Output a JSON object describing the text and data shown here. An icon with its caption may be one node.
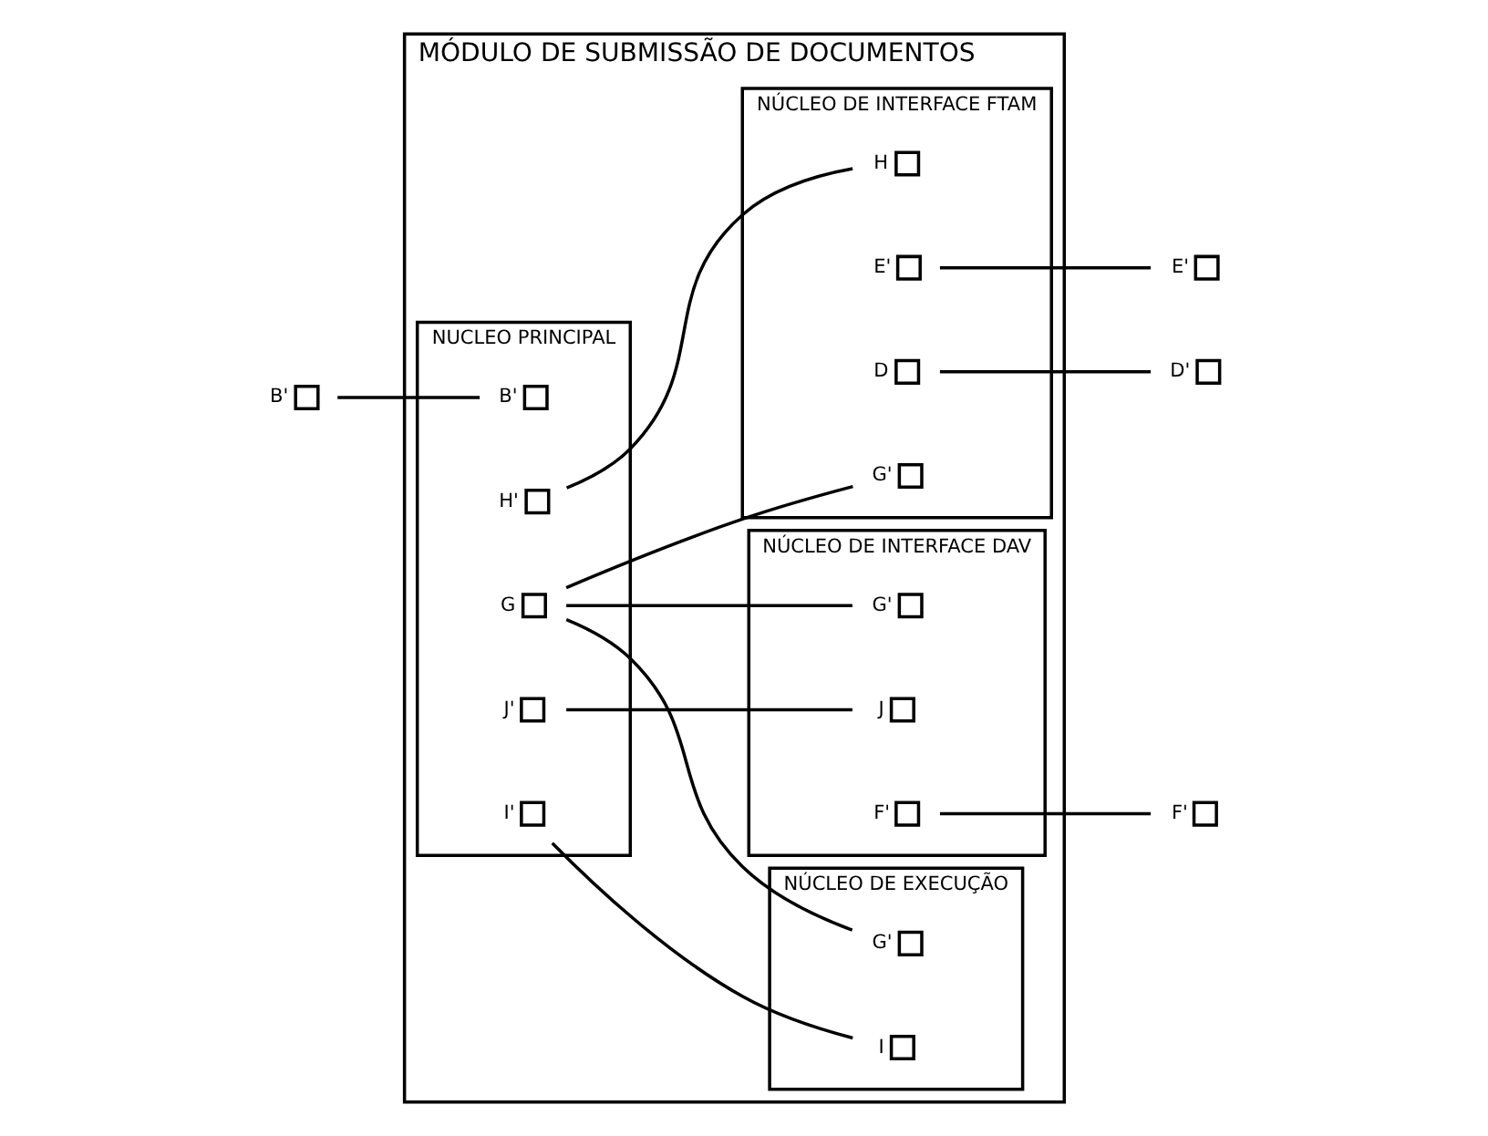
{
  "diagram": {
    "nodes": [
      {
        "text": [
          "MÓDULO DE SUBMISSÃO DE DOCUMENTOS"
        ]
      },
      {
        "text": [
          "NÚCLEO DE EXECUÇÃO"
        ],
        "in": 0
      },
      {
        "text": [
          "NUCLEO PRINCIPAL"
        ],
        "in": 0
      },
      {
        "text": [
          "NÚCLEO DE INTERFACE FTAM"
        ],
        "in": 0
      },
      {
        "text": [
          "NÚCLEO DE INTERFACE DAV"
        ],
        "in": 0
      },
      {
        "text": [],
        "shape": "box",
        "beside": [
          "B'"
        ]
      },
      {
        "text": [],
        "shape": "box",
        "beside": [
          "B'"
        ],
        "in": 2
      },
      {
        "text": [],
        "shape": "box",
        "beside": [
          "I'"
        ],
        "in": 2
      },
      {
        "text": [],
        "shape": "box",
        "beside": [
          "G"
        ],
        "in": 2
      },
      {
        "text": [],
        "shape": "box",
        "beside": [
          "J'"
        ],
        "in": 2
      },
      {
        "text": [],
        "shape": "box",
        "beside": [
          "H'"
        ],
        "in": 2
      },
      {
        "text": [],
        "shape": "box",
        "beside": [
          "I"
        ],
        "in": 1
      },
      {
        "text": [],
        "shape": "box",
        "beside": [
          "G'"
        ],
        "in": 1
      },
      {
        "text": [],
        "shape": "box",
        "beside": [
          "G'"
        ],
        "in": 3
      },
      {
        "text": [],
        "shape": "box",
        "beside": [
          "E'"
        ],
        "in": 3
      },
      {
        "text": [],
        "shape": "box",
        "beside": [
          "D"
        ],
        "in": 3
      },
      {
        "text": [],
        "shape": "box",
        "beside": [
          "H"
        ],
        "in": 3
      },
      {
        "text": [],
        "shape": "box",
        "beside": [
          "E'"
        ]
      },
      {
        "text": [],
        "shape": "box",
        "beside": [
          "D'"
        ]
      },
      {
        "text": [],
        "shape": "box",
        "beside": [
          "G'"
        ],
        "in": 4
      },
      {
        "text": [],
        "shape": "box",
        "beside": [
          "J"
        ],
        "in": 4
      },
      {
        "text": [],
        "shape": "box",
        "beside": [
          "F'"
        ],
        "in": 4
      },
      {
        "text": [],
        "shape": "box",
        "beside": [
          "F'"
        ]
      }
    ],
    "edges": [
      {
        "from": 5,
        "to": 6,
        "arrow": "none"
      },
      {
        "from": 7,
        "to": 11,
        "arrow": "none"
      },
      {
        "from": 8,
        "to": 12,
        "arrow": "none"
      },
      {
        "from": 8,
        "to": 13,
        "arrow": "none"
      },
      {
        "from": 8,
        "to": 19,
        "arrow": "none"
      },
      {
        "from": 10,
        "to": 16,
        "arrow": "none"
      },
      {
        "from": 9,
        "to": 20,
        "arrow": "none"
      },
      {
        "from": 14,
        "to": 17,
        "arrow": "none"
      },
      {
        "from": 15,
        "to": 18,
        "arrow": "none"
      },
      {
        "from": 21,
        "to": 22,
        "arrow": "none"
      }
    ]
  }
}
